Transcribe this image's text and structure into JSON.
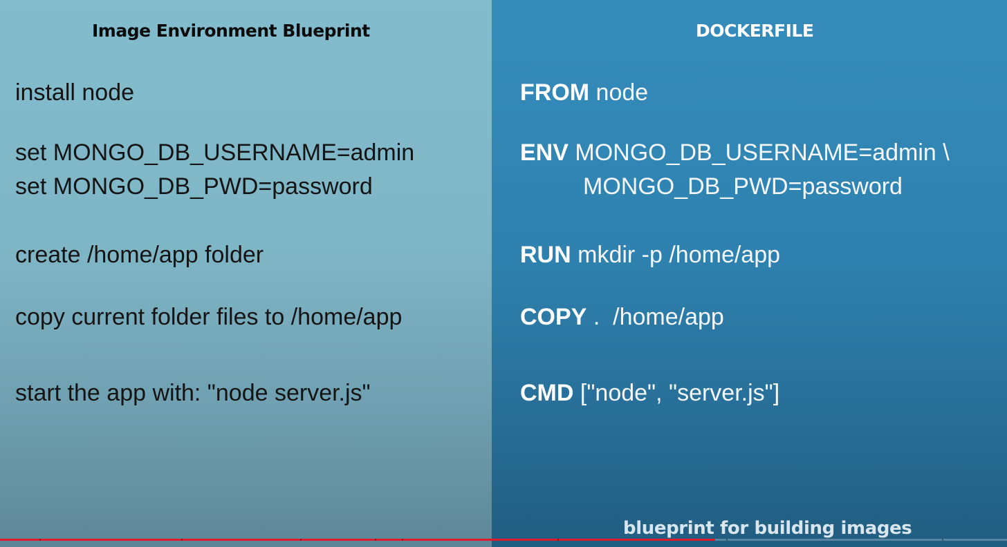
{
  "left": {
    "heading": "Image Environment Blueprint",
    "lines": [
      "install node",
      "set MONGO_DB_USERNAME=admin",
      "set MONGO_DB_PWD=password",
      "create /home/app folder",
      "copy current folder files to /home/app",
      "start the app with: \"node server.js\""
    ]
  },
  "right": {
    "heading": "DOCKERFILE",
    "instructions": [
      {
        "keyword": "FROM",
        "args": "node"
      },
      {
        "keyword": "ENV",
        "args": "MONGO_DB_USERNAME=admin \\",
        "continuation": "MONGO_DB_PWD=password"
      },
      {
        "keyword": "RUN",
        "args": "mkdir -p /home/app"
      },
      {
        "keyword": "COPY",
        "args": ".  /home/app"
      },
      {
        "keyword": "CMD",
        "args": "[\"node\", \"server.js\"]"
      }
    ]
  },
  "footer": {
    "caption": "blueprint for building images"
  },
  "player": {
    "progress_fraction": 0.71,
    "progress_color": "#e3192c"
  },
  "colors": {
    "left_panel": "#82bccd",
    "right_panel": "#358cbb"
  }
}
